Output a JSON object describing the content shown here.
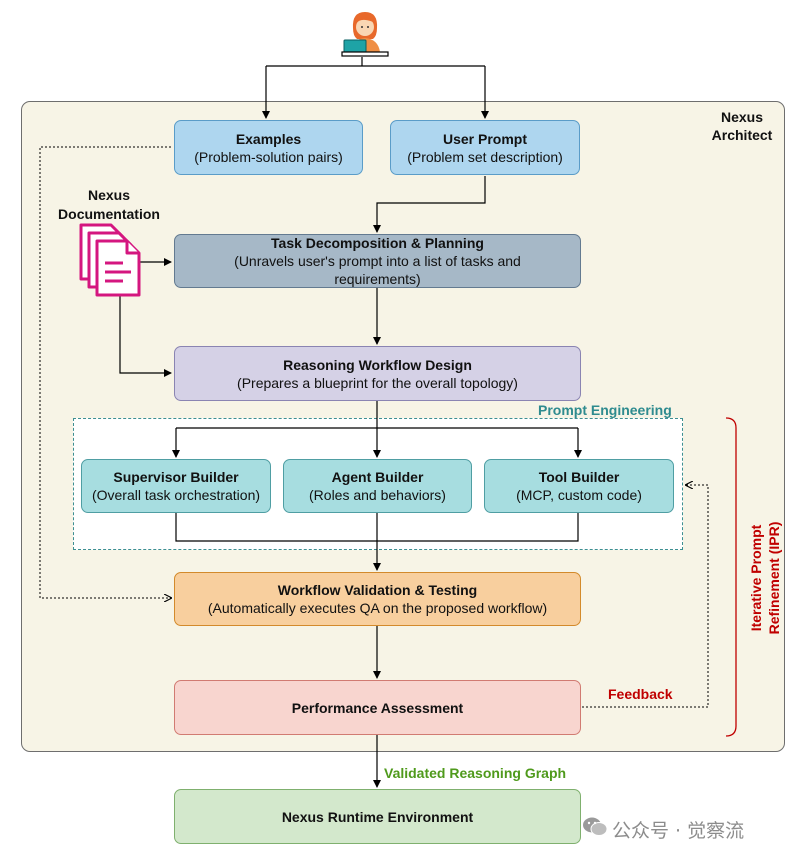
{
  "architect_label": "Nexus\nArchitect",
  "examples": {
    "title": "Examples",
    "subtitle": "(Problem-solution pairs)"
  },
  "user_prompt": {
    "title": "User Prompt",
    "subtitle": "(Problem set description)"
  },
  "documentation_label": "Nexus\nDocumentation",
  "task_decomposition": {
    "title": "Task Decomposition & Planning",
    "subtitle": "(Unravels user's prompt into a list of tasks and requirements)"
  },
  "reasoning_design": {
    "title": "Reasoning Workflow Design",
    "subtitle": "(Prepares a blueprint for the overall topology)"
  },
  "prompt_engineering_label": "Prompt Engineering",
  "supervisor_builder": {
    "title": "Supervisor Builder",
    "subtitle": "(Overall task orchestration)"
  },
  "agent_builder": {
    "title": "Agent Builder",
    "subtitle": "(Roles and behaviors)"
  },
  "tool_builder": {
    "title": "Tool Builder",
    "subtitle": "(MCP, custom code)"
  },
  "validation": {
    "title": "Workflow Validation & Testing",
    "subtitle": "(Automatically executes QA on the proposed workflow)"
  },
  "performance": {
    "title": "Performance Assessment"
  },
  "feedback_label": "Feedback",
  "ipr_label": "Iterative Prompt\nRefinement (IPR)",
  "validated_graph_label": "Validated Reasoning Graph",
  "runtime": {
    "title": "Nexus Runtime Environment"
  },
  "watermark": "公众号 · 觉察流",
  "colors": {
    "prompt_engineering": "#2e8b8f",
    "feedback": "#c00000",
    "ipr": "#c00000",
    "validated_graph": "#4f9a1c",
    "frame_bg": "#f7f4e6"
  },
  "icons": [
    "user-at-laptop-icon",
    "documents-icon",
    "wechat-icon"
  ]
}
